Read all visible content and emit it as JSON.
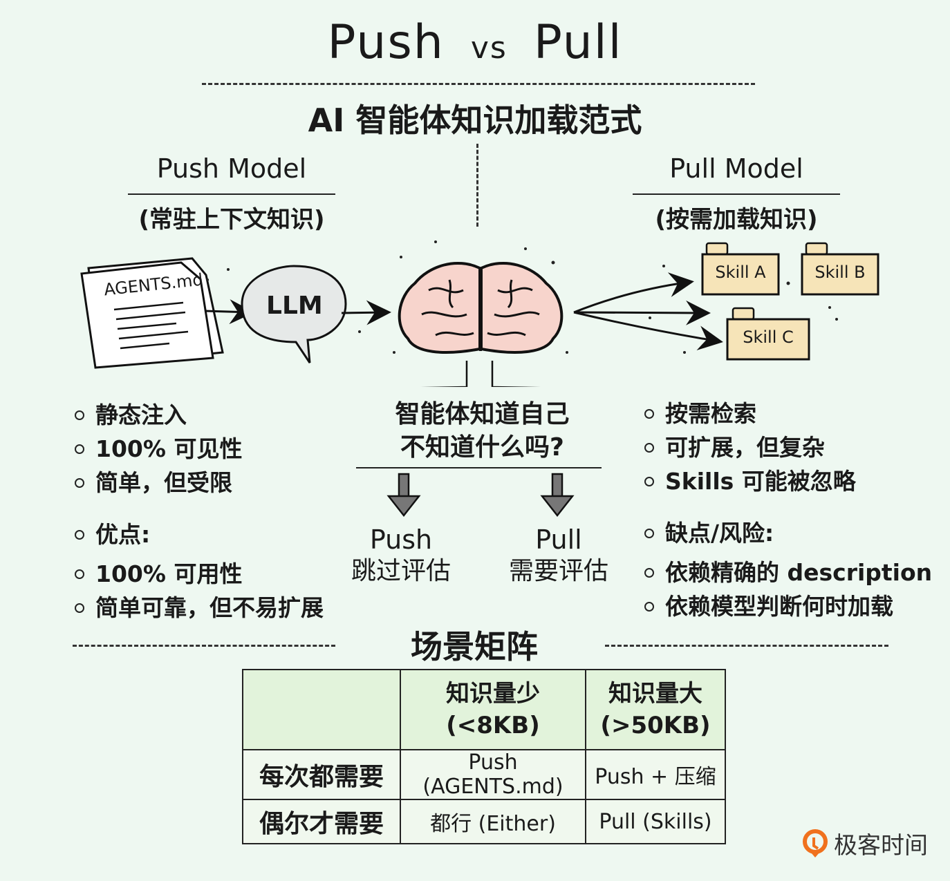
{
  "title": {
    "left": "Push",
    "vs": "vs",
    "right": "Pull"
  },
  "subtitle": "AI 智能体知识加载范式",
  "push_model": {
    "heading": "Push Model",
    "subheading": "(常驻上下文知识)",
    "file_label": "AGENTS.md",
    "llm_label": "LLM",
    "bullets": [
      "静态注入",
      "100% 可见性",
      "简单，但受限"
    ],
    "pros_heading": "优点:",
    "pros": [
      "100% 可用性",
      "简单可靠，但不易扩展"
    ]
  },
  "pull_model": {
    "heading": "Pull Model",
    "subheading": "(按需加载知识)",
    "skills": [
      "Skill A",
      "Skill B",
      "Skill C"
    ],
    "bullets": [
      "按需检索",
      "可扩展，但复杂",
      "Skills 可能被忽略"
    ],
    "cons_heading": "缺点/风险:",
    "cons": [
      "依赖精确的 description",
      "依赖模型判断何时加载"
    ]
  },
  "center": {
    "question_line1": "智能体知道自己",
    "question_line2": "不知道什么吗?",
    "outcomes": [
      {
        "en": "Push",
        "zh": "跳过评估"
      },
      {
        "en": "Pull",
        "zh": "需要评估"
      }
    ]
  },
  "matrix": {
    "title": "场景矩阵",
    "columns": [
      {
        "line1": "知识量少",
        "line2": "(<8KB)"
      },
      {
        "line1": "知识量大",
        "line2": "(>50KB)"
      }
    ],
    "rows": [
      {
        "label": "每次都需要",
        "cells": [
          "Push (AGENTS.md)",
          "Push + 压缩"
        ]
      },
      {
        "label": "偶尔才需要",
        "cells": [
          "都行 (Either)",
          "Pull (Skills)"
        ]
      }
    ]
  },
  "logo": {
    "text": "极客时间",
    "color": "#f0711e"
  },
  "colors": {
    "background": "#eef8f1",
    "table": "#e2f3db",
    "brain": "#f7d4cc",
    "folder": "#f6e4b8"
  }
}
